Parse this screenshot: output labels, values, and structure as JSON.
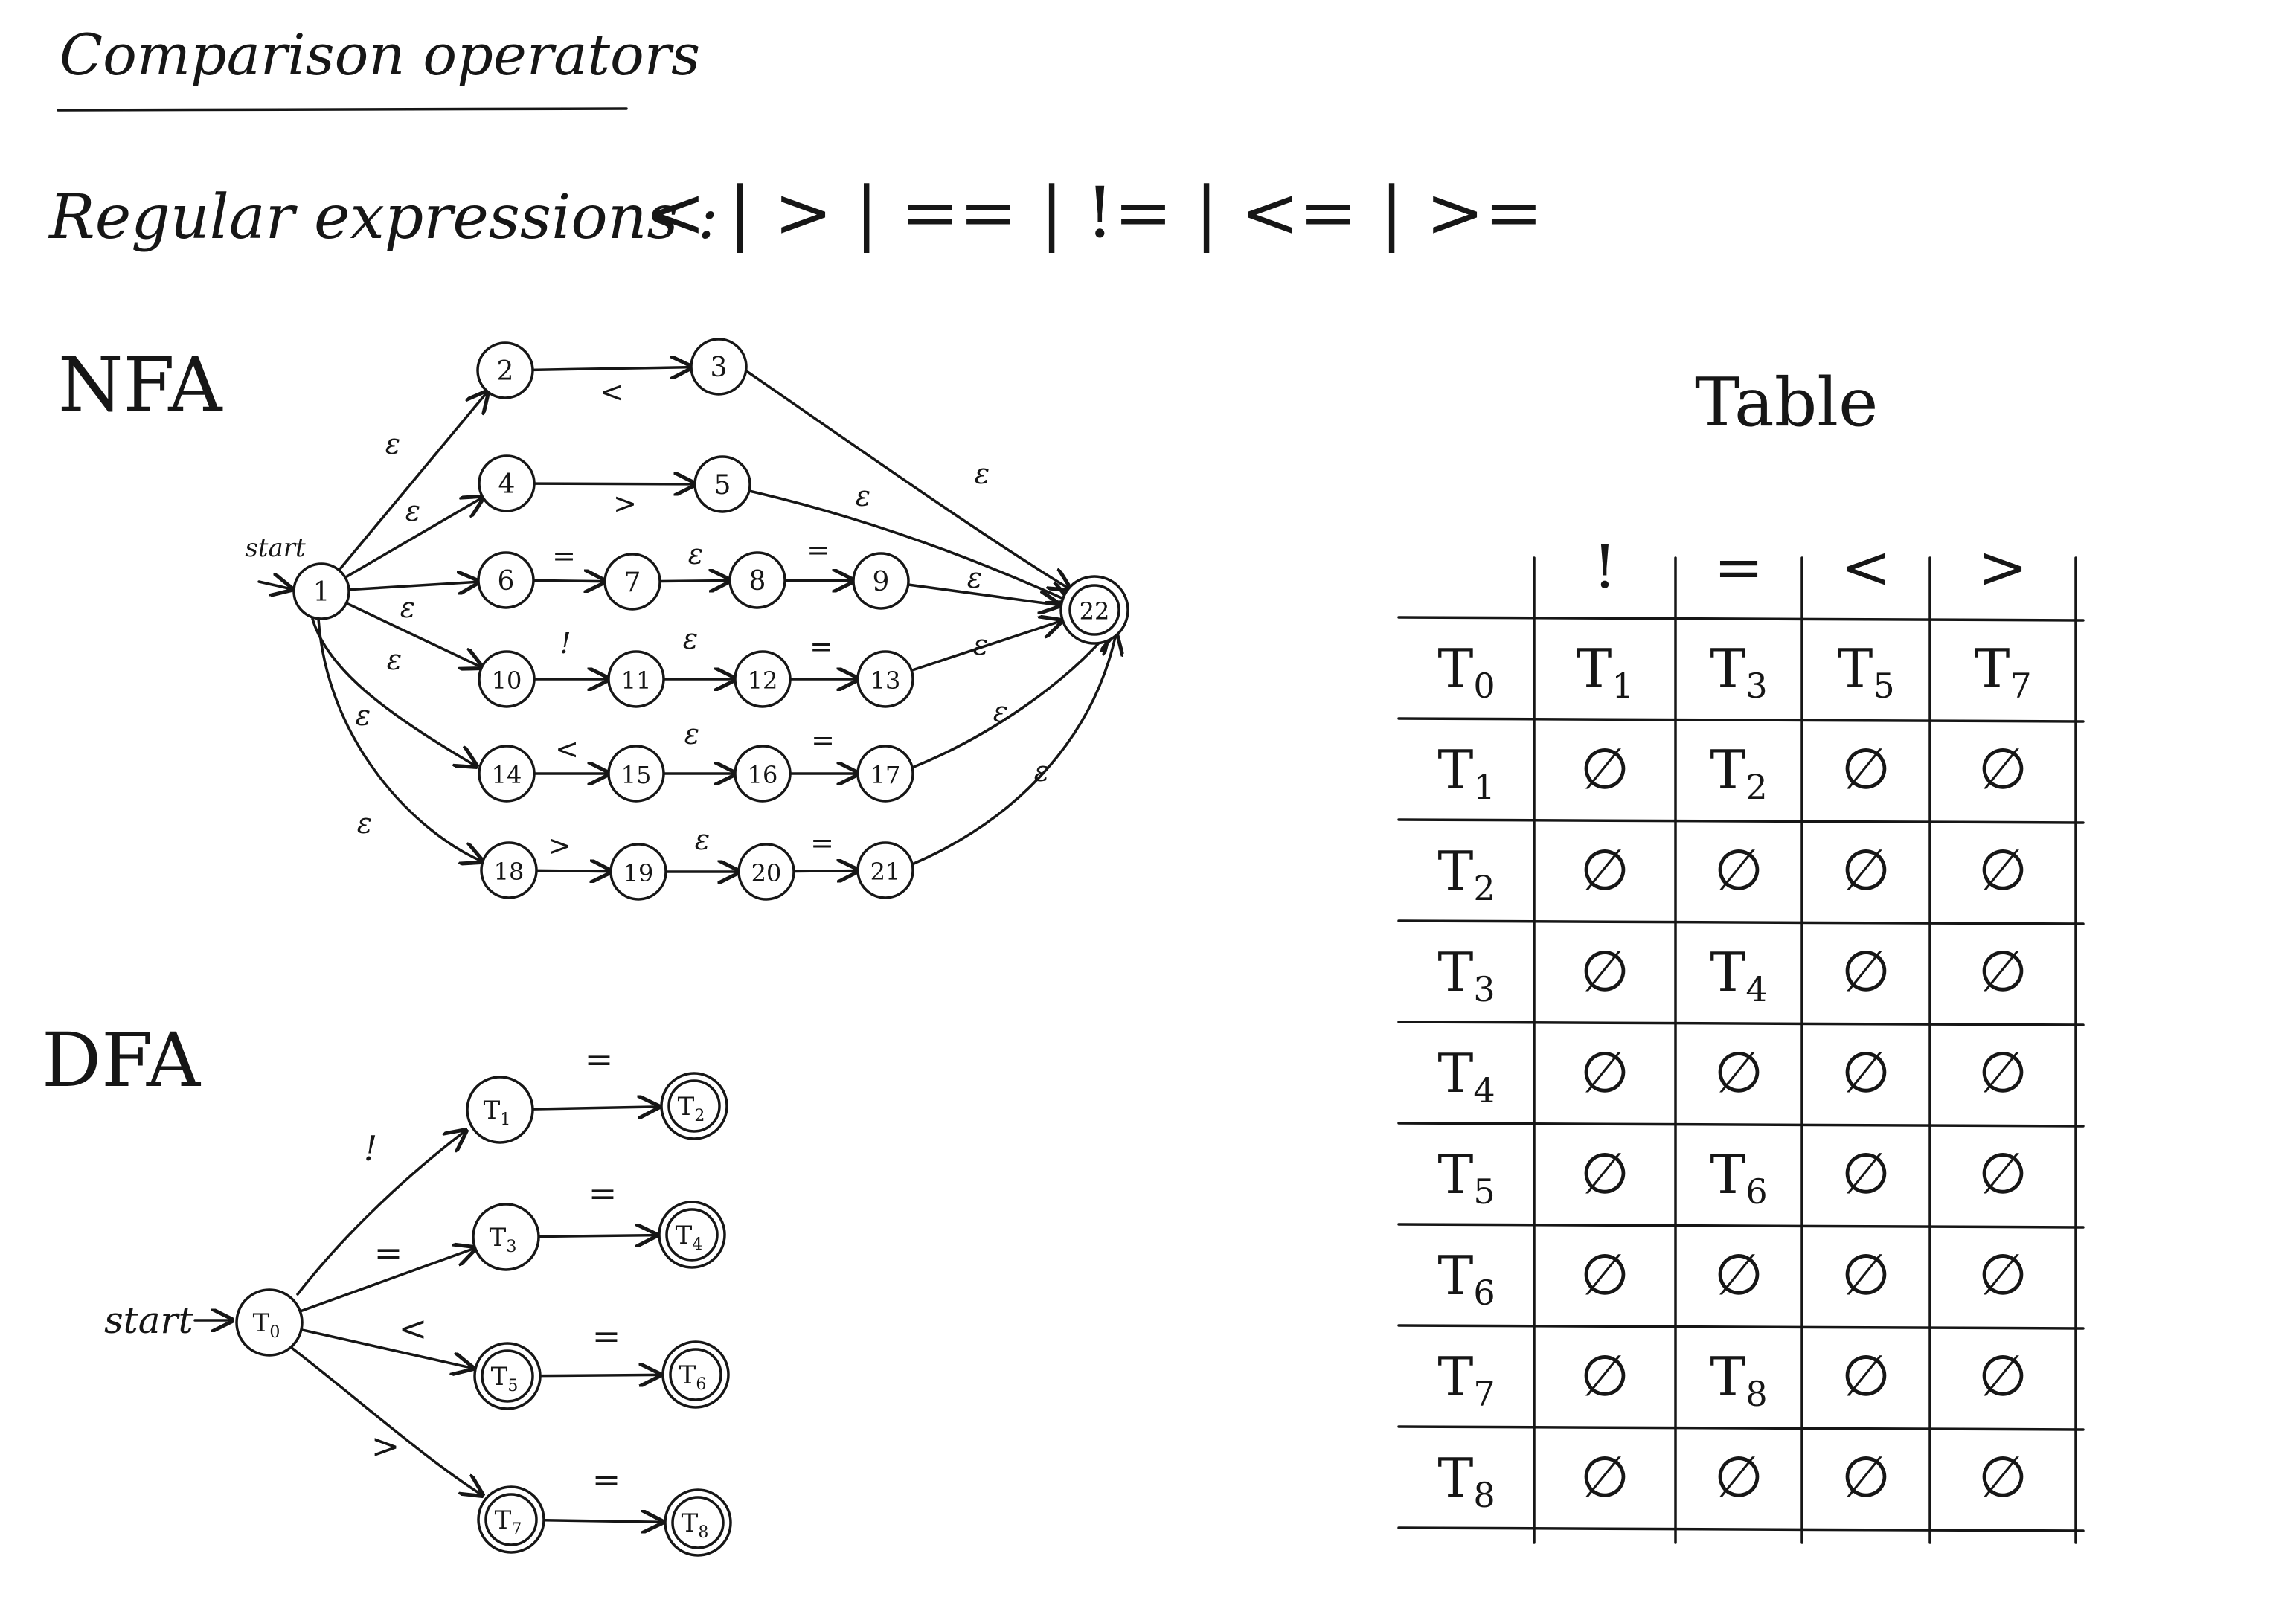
{
  "heading": "Comparison operators",
  "regex": {
    "label": "Regular expressions :",
    "expression": "< | > | == | != | <= | >="
  },
  "nfa": {
    "title": "NFA",
    "start_label": "start",
    "states": [
      "1",
      "2",
      "3",
      "4",
      "5",
      "6",
      "7",
      "8",
      "9",
      "10",
      "11",
      "12",
      "13",
      "14",
      "15",
      "16",
      "17",
      "18",
      "19",
      "20",
      "21",
      "22"
    ],
    "accepting": [
      "22"
    ],
    "transitions": [
      {
        "from": "1",
        "to": "2",
        "label": "ε"
      },
      {
        "from": "1",
        "to": "4",
        "label": "ε"
      },
      {
        "from": "1",
        "to": "6",
        "label": "ε"
      },
      {
        "from": "1",
        "to": "10",
        "label": "ε"
      },
      {
        "from": "1",
        "to": "14",
        "label": "ε"
      },
      {
        "from": "1",
        "to": "18",
        "label": "ε"
      },
      {
        "from": "2",
        "to": "3",
        "label": "<"
      },
      {
        "from": "4",
        "to": "5",
        "label": ">"
      },
      {
        "from": "6",
        "to": "7",
        "label": "="
      },
      {
        "from": "7",
        "to": "8",
        "label": "ε"
      },
      {
        "from": "8",
        "to": "9",
        "label": "="
      },
      {
        "from": "10",
        "to": "11",
        "label": "!"
      },
      {
        "from": "11",
        "to": "12",
        "label": "ε"
      },
      {
        "from": "12",
        "to": "13",
        "label": "="
      },
      {
        "from": "14",
        "to": "15",
        "label": "<"
      },
      {
        "from": "15",
        "to": "16",
        "label": "ε"
      },
      {
        "from": "16",
        "to": "17",
        "label": "="
      },
      {
        "from": "18",
        "to": "19",
        "label": ">"
      },
      {
        "from": "19",
        "to": "20",
        "label": "ε"
      },
      {
        "from": "20",
        "to": "21",
        "label": "="
      },
      {
        "from": "3",
        "to": "22",
        "label": "ε"
      },
      {
        "from": "5",
        "to": "22",
        "label": "ε"
      },
      {
        "from": "9",
        "to": "22",
        "label": "ε"
      },
      {
        "from": "13",
        "to": "22",
        "label": "ε"
      },
      {
        "from": "17",
        "to": "22",
        "label": "ε"
      },
      {
        "from": "21",
        "to": "22",
        "label": "ε"
      }
    ]
  },
  "dfa": {
    "title": "DFA",
    "start_label": "start",
    "states": [
      "T0",
      "T1",
      "T2",
      "T3",
      "T4",
      "T5",
      "T6",
      "T7",
      "T8"
    ],
    "accepting": [
      "T2",
      "T4",
      "T5",
      "T6",
      "T7",
      "T8"
    ],
    "transitions": [
      {
        "from": "T0",
        "to": "T1",
        "label": "!"
      },
      {
        "from": "T0",
        "to": "T3",
        "label": "="
      },
      {
        "from": "T0",
        "to": "T5",
        "label": "<"
      },
      {
        "from": "T0",
        "to": "T7",
        "label": ">"
      },
      {
        "from": "T1",
        "to": "T2",
        "label": "="
      },
      {
        "from": "T3",
        "to": "T4",
        "label": "="
      },
      {
        "from": "T5",
        "to": "T6",
        "label": "="
      },
      {
        "from": "T7",
        "to": "T8",
        "label": "="
      }
    ]
  },
  "table": {
    "title": "Table",
    "columns": [
      "!",
      "=",
      "<",
      ">"
    ],
    "rows": [
      {
        "state": "T0",
        "cells": [
          "T1",
          "T3",
          "T5",
          "T7"
        ]
      },
      {
        "state": "T1",
        "cells": [
          "∅",
          "T2",
          "∅",
          "∅"
        ]
      },
      {
        "state": "T2",
        "cells": [
          "∅",
          "∅",
          "∅",
          "∅"
        ]
      },
      {
        "state": "T3",
        "cells": [
          "∅",
          "T4",
          "∅",
          "∅"
        ]
      },
      {
        "state": "T4",
        "cells": [
          "∅",
          "∅",
          "∅",
          "∅"
        ]
      },
      {
        "state": "T5",
        "cells": [
          "∅",
          "T6",
          "∅",
          "∅"
        ]
      },
      {
        "state": "T6",
        "cells": [
          "∅",
          "∅",
          "∅",
          "∅"
        ]
      },
      {
        "state": "T7",
        "cells": [
          "∅",
          "T8",
          "∅",
          "∅"
        ]
      },
      {
        "state": "T8",
        "cells": [
          "∅",
          "∅",
          "∅",
          "∅"
        ]
      }
    ]
  }
}
